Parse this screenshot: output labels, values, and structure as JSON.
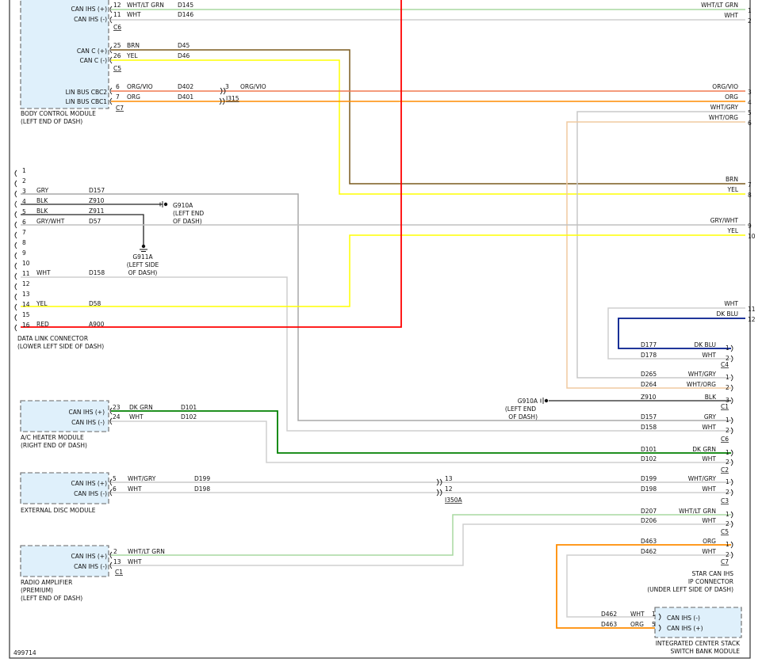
{
  "figure_id": "499714",
  "colors": {
    "WHT": "#cfcfcf",
    "WHT/LT GRN": "#a8d8a0",
    "BRN": "#7a5a1e",
    "YEL": "#ffff00",
    "ORG/VIO": "#f07a50",
    "ORG": "#ff8c00",
    "WHT/GRY": "#c8c8c8",
    "WHT/ORG": "#f0caa0",
    "GRY": "#a8a8a8",
    "BLK": "#222222",
    "GRY/WHT": "#c0c0c0",
    "RED": "#ff0000",
    "DK GRN": "#008000",
    "DK BLU": "#001a8c"
  },
  "modules": {
    "bcm": {
      "name": [
        "BODY CONTROL MODULE",
        "(LEFT END OF DASH)"
      ],
      "pins": [
        {
          "label": "CAN IHS (+)",
          "pin": "12",
          "color": "WHT/LT GRN",
          "circuit": "D145"
        },
        {
          "label": "CAN IHS (-)",
          "pin": "11",
          "color": "WHT",
          "circuit": "D146"
        },
        {
          "label": "CAN C (+)",
          "pin": "25",
          "color": "BRN",
          "circuit": "D45"
        },
        {
          "label": "CAN C (-)",
          "pin": "26",
          "color": "YEL",
          "circuit": "D46"
        },
        {
          "label": "LIN BUS CBC2",
          "pin": "6",
          "color": "ORG/VIO",
          "circuit": "D402"
        },
        {
          "label": "LIN BUS CBC1",
          "pin": "7",
          "color": "ORG",
          "circuit": "D401"
        }
      ],
      "connectors": [
        "C6",
        "C5",
        "C7"
      ]
    },
    "dlc": {
      "name": [
        "DATA LINK CONNECTOR",
        "(LOWER LEFT SIDE OF DASH)"
      ],
      "pins": [
        {
          "pin": "1",
          "color": "",
          "circuit": ""
        },
        {
          "pin": "2",
          "color": "",
          "circuit": ""
        },
        {
          "pin": "3",
          "color": "GRY",
          "circuit": "D157"
        },
        {
          "pin": "4",
          "color": "BLK",
          "circuit": "Z910"
        },
        {
          "pin": "5",
          "color": "BLK",
          "circuit": "Z911"
        },
        {
          "pin": "6",
          "color": "GRY/WHT",
          "circuit": "D57"
        },
        {
          "pin": "7",
          "color": "",
          "circuit": ""
        },
        {
          "pin": "8",
          "color": "",
          "circuit": ""
        },
        {
          "pin": "9",
          "color": "",
          "circuit": ""
        },
        {
          "pin": "10",
          "color": "",
          "circuit": ""
        },
        {
          "pin": "11",
          "color": "WHT",
          "circuit": "D158"
        },
        {
          "pin": "12",
          "color": "",
          "circuit": ""
        },
        {
          "pin": "13",
          "color": "",
          "circuit": ""
        },
        {
          "pin": "14",
          "color": "YEL",
          "circuit": "D58"
        },
        {
          "pin": "15",
          "color": "",
          "circuit": ""
        },
        {
          "pin": "16",
          "color": "RED",
          "circuit": "A900"
        }
      ]
    },
    "ac": {
      "name": [
        "A/C HEATER MODULE",
        "(RIGHT END OF DASH)"
      ],
      "pins": [
        {
          "label": "CAN IHS (+)",
          "pin": "23",
          "color": "DK GRN",
          "circuit": "D101"
        },
        {
          "label": "CAN IHS (-)",
          "pin": "24",
          "color": "WHT",
          "circuit": "D102"
        }
      ]
    },
    "edm": {
      "name": [
        "EXTERNAL DISC MODULE"
      ],
      "pins": [
        {
          "label": "CAN IHS (+)",
          "pin": "5",
          "color": "WHT/GRY",
          "circuit": "D199"
        },
        {
          "label": "CAN IHS (-)",
          "pin": "6",
          "color": "WHT",
          "circuit": "D198"
        }
      ]
    },
    "radio": {
      "name": [
        "RADIO AMPLIFIER",
        "(PREMIUM)",
        "(LEFT END OF DASH)"
      ],
      "pins": [
        {
          "label": "CAN IHS (+)",
          "pin": "2",
          "color": "WHT/LT GRN"
        },
        {
          "label": "CAN IHS (-)",
          "pin": "13",
          "color": "WHT"
        }
      ],
      "connector": "C1"
    },
    "iccs": {
      "name": [
        "INTEGRATED CENTER STACK",
        "SWITCH BANK MODULE"
      ],
      "pins": [
        {
          "label": "CAN IHS (-)",
          "pin": "1",
          "color": "WHT",
          "circuit": "D462"
        },
        {
          "label": "CAN IHS (+)",
          "pin": "5",
          "color": "ORG",
          "circuit": "D463"
        }
      ]
    }
  },
  "inline": {
    "i315": {
      "name": "I315",
      "pin": "3",
      "color": "ORG/VIO"
    },
    "i350a": {
      "name": "I350A",
      "pins": [
        "13",
        "12"
      ]
    }
  },
  "grounds": {
    "g910a_top": [
      "G910A",
      "(LEFT END",
      "OF DASH)"
    ],
    "g911a": [
      "G911A",
      "(LEFT SIDE",
      "OF DASH)"
    ],
    "g910a_mid": [
      "G910A",
      "(LEFT END",
      "OF DASH)"
    ]
  },
  "right_edge": [
    {
      "pin": "1",
      "color": "WHT/LT GRN"
    },
    {
      "pin": "2",
      "color": "WHT"
    },
    {
      "pin": "3",
      "color": "ORG/VIO"
    },
    {
      "pin": "4",
      "color": "ORG"
    },
    {
      "pin": "5",
      "color": "WHT/GRY"
    },
    {
      "pin": "6",
      "color": "WHT/ORG"
    },
    {
      "pin": "7",
      "color": "BRN"
    },
    {
      "pin": "8",
      "color": "YEL"
    },
    {
      "pin": "9",
      "color": "GRY/WHT"
    },
    {
      "pin": "10",
      "color": "YEL"
    },
    {
      "pin": "11",
      "color": "WHT"
    },
    {
      "pin": "12",
      "color": "DK BLU"
    }
  ],
  "star_connector": {
    "name": [
      "STAR CAN IHS",
      "IP CONNECTOR",
      "(UNDER LEFT SIDE OF DASH)"
    ],
    "groups": [
      {
        "connector": "C4",
        "rows": [
          {
            "circuit": "D177",
            "color": "DK BLU",
            "pin": "1"
          },
          {
            "circuit": "D178",
            "color": "WHT",
            "pin": "2"
          }
        ]
      },
      {
        "connector": "C1",
        "rows": [
          {
            "circuit": "D265",
            "color": "WHT/GRY",
            "pin": "1"
          },
          {
            "circuit": "D264",
            "color": "WHT/ORG",
            "pin": "2"
          },
          {
            "circuit": "Z910",
            "color": "BLK",
            "pin": "3"
          }
        ]
      },
      {
        "connector": "C6",
        "rows": [
          {
            "circuit": "D157",
            "color": "GRY",
            "pin": "1"
          },
          {
            "circuit": "D158",
            "color": "WHT",
            "pin": "2"
          }
        ]
      },
      {
        "connector": "C2",
        "rows": [
          {
            "circuit": "D101",
            "color": "DK GRN",
            "pin": "1"
          },
          {
            "circuit": "D102",
            "color": "WHT",
            "pin": "2"
          }
        ]
      },
      {
        "connector": "C3",
        "rows": [
          {
            "circuit": "D199",
            "color": "WHT/GRY",
            "pin": "1"
          },
          {
            "circuit": "D198",
            "color": "WHT",
            "pin": "2"
          }
        ]
      },
      {
        "connector": "C5",
        "rows": [
          {
            "circuit": "D207",
            "color": "WHT/LT GRN",
            "pin": "1"
          },
          {
            "circuit": "D206",
            "color": "WHT",
            "pin": "2"
          }
        ]
      },
      {
        "connector": "C7",
        "rows": [
          {
            "circuit": "D463",
            "color": "ORG",
            "pin": "1"
          },
          {
            "circuit": "D462",
            "color": "WHT",
            "pin": "2"
          }
        ]
      }
    ]
  }
}
